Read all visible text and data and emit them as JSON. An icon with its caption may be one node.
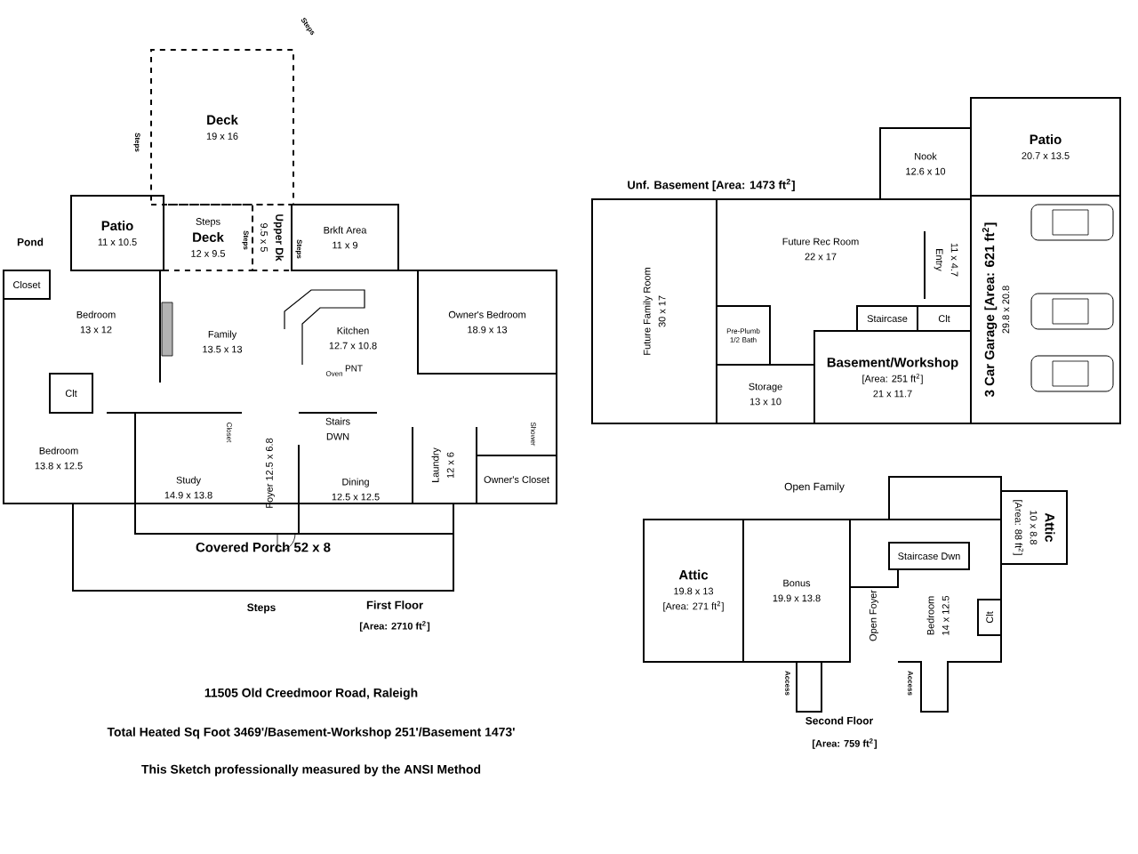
{
  "diagram": {
    "nodes": [
      {
        "text": [
          "Deck",
          "19 x 16"
        ]
      },
      {
        "text": [
          "Patio",
          "11 x 10.5"
        ]
      },
      {
        "text": [
          "Steps",
          "Deck",
          "12 x 9.5"
        ]
      },
      {
        "text": [
          "Upper Dk",
          "9.5 x 5"
        ]
      },
      {
        "text": [
          "Brkft Area",
          "11 x 9"
        ]
      },
      {
        "text": [
          "Closet"
        ]
      },
      {
        "text": [
          "Bedroom",
          "13 x 12"
        ]
      },
      {
        "text": [
          "Family",
          "13.5 x 13"
        ]
      },
      {
        "text": [
          "Kitchen",
          "12.7 x 10.8"
        ]
      },
      {
        "text": [
          "Owner's Bedroom",
          "18.9 x 13"
        ]
      },
      {
        "text": [
          "Clt"
        ]
      },
      {
        "text": [
          "Bedroom",
          "13.8 x 12.5"
        ]
      },
      {
        "text": [
          "Study",
          "14.9 x 13.8"
        ]
      },
      {
        "text": [
          "Foyer 12.5 x 6.8"
        ]
      },
      {
        "text": [
          "Stairs",
          "DWN"
        ]
      },
      {
        "text": [
          "Dining",
          "12.5 x 12.5"
        ]
      },
      {
        "text": [
          "Laundry",
          "12 x 6"
        ]
      },
      {
        "text": [
          "Owner's Closet"
        ]
      },
      {
        "text": [
          "Covered Porch 52 x 8"
        ]
      },
      {
        "text": [
          "Nook",
          "12.6 x 10"
        ]
      },
      {
        "text": [
          "Patio",
          "20.7 x 13.5"
        ]
      },
      {
        "text": [
          "Future Family Room",
          "30 x 17"
        ]
      },
      {
        "text": [
          "Future Rec Room",
          "22 x 17"
        ]
      },
      {
        "text": [
          "11 x 4.7",
          "Entry"
        ]
      },
      {
        "text": [
          "Pre-Plumb 1/2 Bath"
        ]
      },
      {
        "text": [
          "Storage",
          "13 x 10"
        ]
      },
      {
        "text": [
          "Staircase"
        ]
      },
      {
        "text": [
          "Clt"
        ]
      },
      {
        "text": [
          "Basement/Workshop",
          "[Area: 251 ft$^{2}$]",
          "21 x 11.7"
        ]
      },
      {
        "text": [
          "3 Car Garage [Area: 621 ft$^{2}$]",
          "29.8 x 20.8"
        ]
      },
      {
        "text": [
          "Attic",
          "19.8 x 13",
          "[Area: 271 ft$^{2}$]"
        ]
      },
      {
        "text": [
          "Bonus",
          "19.9 x 13.8"
        ]
      },
      {
        "text": [
          "Open Foyer"
        ]
      },
      {
        "text": [
          "Staircase Dwn"
        ]
      },
      {
        "text": [
          "Bedroom",
          "14 x 12.5"
        ]
      },
      {
        "text": [
          "Clt"
        ]
      },
      {
        "text": [
          "Attic",
          "10 x 8.8",
          "[Area: 88 ft$^{2}$]"
        ]
      }
    ],
    "labels": [
      "Steps",
      "Steps",
      "Pond",
      "Steps",
      "Steps",
      "PNT",
      "Oven",
      "Closet",
      "Shower",
      "Steps",
      "First Floor",
      "[Area: 2710 ft$^{2}$]",
      "Unf. Basement [Area: 1473 ft$^{2}$]",
      "Open Family",
      "Access",
      "Access",
      "Second Floor",
      "[Area: 759 ft$^{2}$]",
      "11505 Old Creedmoor Road, Raleigh",
      "Total Heated Sq Foot 3469'/Basement-Workshop 251'/Basement 1473'",
      "This Sketch professionally measured by the ANSI Method"
    ]
  }
}
